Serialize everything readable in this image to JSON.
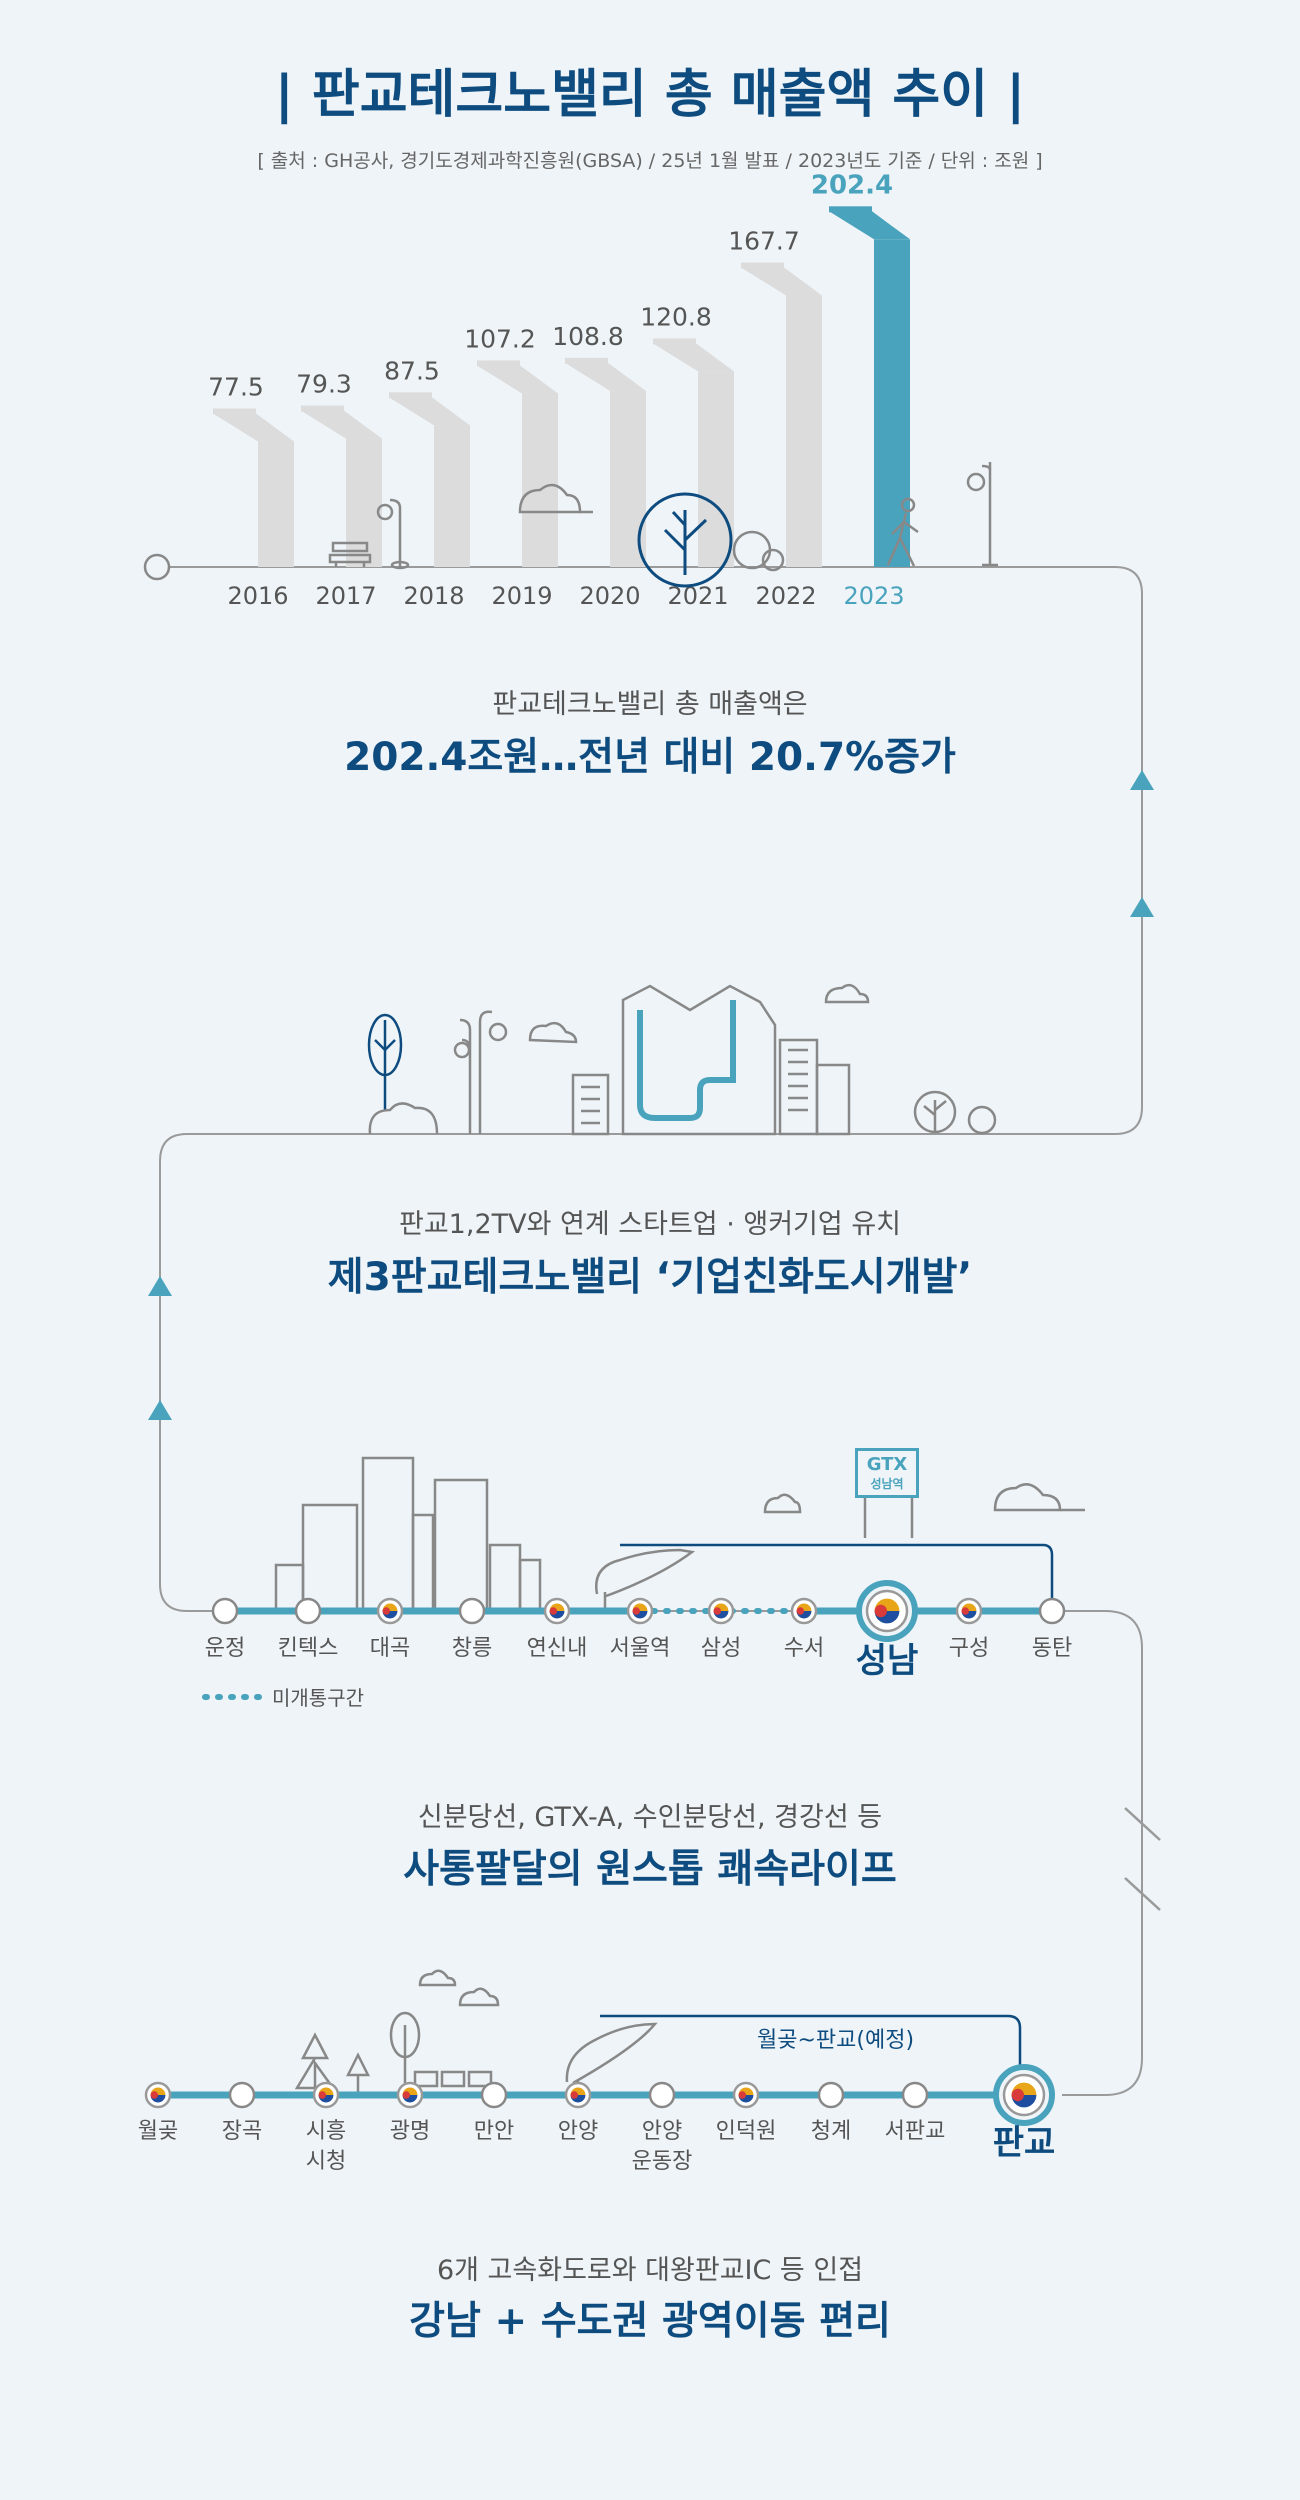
{
  "title": "| 판교테크노밸리 총 매출액 추이 |",
  "source": "[ 출처 : GH공사, 경기도경제과학진흥원(GBSA) / 25년 1월 발표 / 2023년도 기준 / 단위 : 조원 ]",
  "chart_data": {
    "type": "bar",
    "categories": [
      "2016",
      "2017",
      "2018",
      "2019",
      "2020",
      "2021",
      "2022",
      "2023"
    ],
    "values": [
      77.5,
      79.3,
      87.5,
      107.2,
      108.8,
      120.8,
      167.7,
      202.4
    ],
    "value_labels": [
      "77.5",
      "79.3",
      "87.5",
      "107.2",
      "108.8",
      "120.8",
      "167.7",
      "202.4"
    ],
    "title": "| 판교테크노밸리 총 매출액 추이 |",
    "ylim": [
      0,
      210
    ],
    "highlight": "2023",
    "colors": {
      "bar": "#dcdcdc",
      "highlight": "#4aa3bd"
    }
  },
  "section1": {
    "sub": "판교테크노밸리 총 매출액은",
    "head": "202.4조원…전년 대비 20.7%증가"
  },
  "section2": {
    "sub": "판교1,2TV와 연계 스타트업 · 앵커기업 유치",
    "head": "제3판교테크노밸리 ‘기업친화도시개발’"
  },
  "section3": {
    "sub": "신분당선, GTX-A, 수인분당선, 경강선 등",
    "head": "사통팔달의 원스톱 쾌속라이프"
  },
  "section4": {
    "sub": "6개 고속화도로와 대왕판교IC 등 인접",
    "head": "강남 + 수도권 광역이동 편리"
  },
  "line1": {
    "stations": [
      "운정",
      "킨텍스",
      "대곡",
      "창릉",
      "연신내",
      "서울역",
      "삼성",
      "수서",
      "성남",
      "구성",
      "동탄"
    ],
    "legend": "미개통구간",
    "sign_top": "GTX",
    "sign_bottom": "성남역"
  },
  "line2": {
    "stations": [
      "월곶",
      "장곡",
      "시흥\n시청",
      "광명",
      "만안",
      "안양",
      "안양\n운동장",
      "인덕원",
      "청계",
      "서판교",
      "판교"
    ],
    "note": "월곶~판교(예정)"
  },
  "colors": {
    "navy": "#0e4c80",
    "teal": "#4aa3bd",
    "gray_bar": "#dcdcdc",
    "line_gray": "#999999",
    "background": "#eef4f7"
  }
}
